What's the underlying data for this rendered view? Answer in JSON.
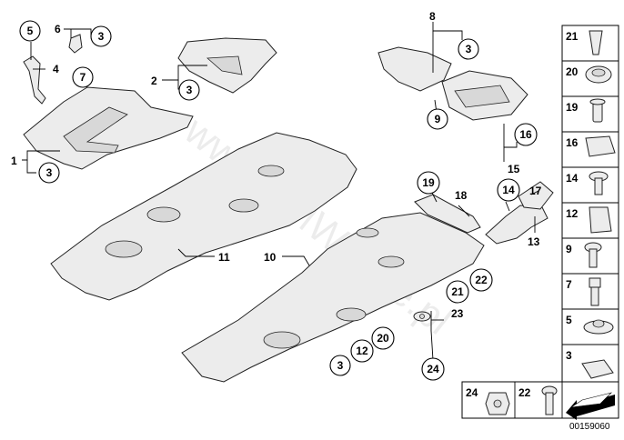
{
  "watermark": "www.BMWstore.pl",
  "diagram_code": "00159060",
  "callouts": {
    "c1": "1",
    "c2": "2",
    "c4": "4",
    "c6": "6",
    "c8": "8",
    "c10": "10",
    "c11": "11",
    "c13": "13",
    "c15": "15",
    "c17": "17",
    "c18": "18"
  },
  "circled": {
    "k5": "5",
    "k3a": "3",
    "k7": "7",
    "k3b": "3",
    "k3c": "3",
    "k3d": "3",
    "k9": "9",
    "k16": "16",
    "k19": "19",
    "k14": "14",
    "k22": "22",
    "k21": "21",
    "k23": "23",
    "k20": "20",
    "k12": "12",
    "k3e": "3",
    "k24": "24"
  },
  "legend": {
    "items": [
      "21",
      "20",
      "19",
      "16",
      "14",
      "12",
      "9",
      "7",
      "5",
      "3"
    ],
    "bottom": [
      "24",
      "22"
    ]
  }
}
